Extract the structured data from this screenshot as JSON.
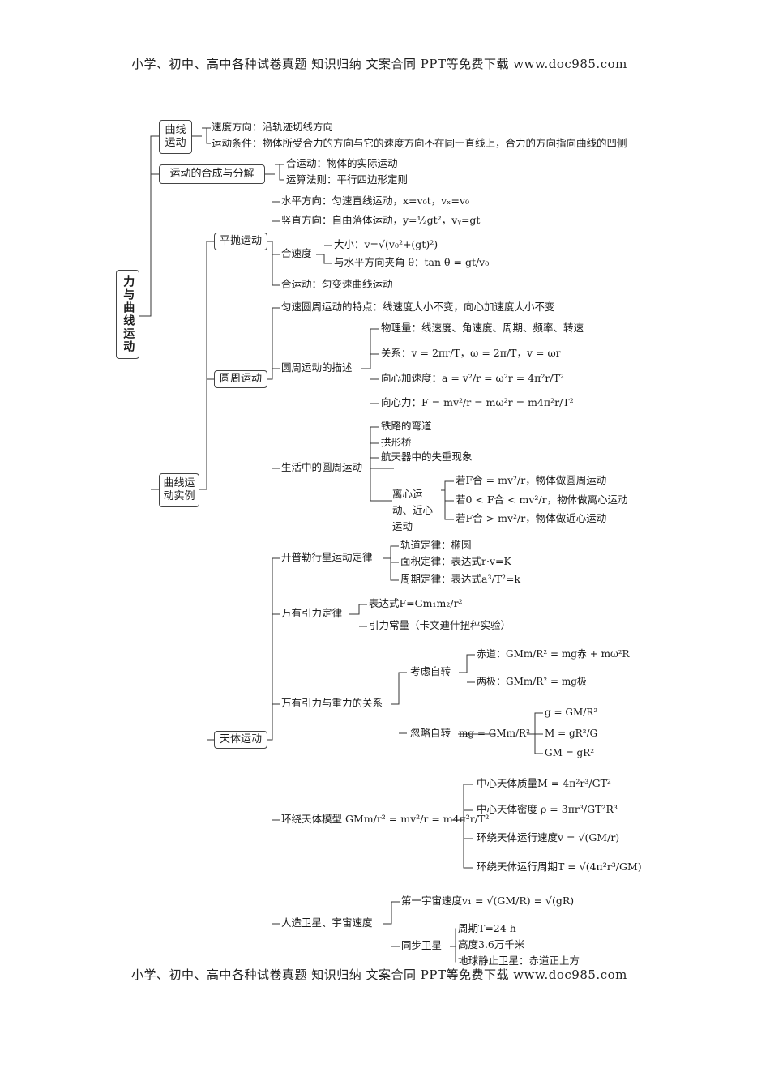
{
  "header": {
    "text": "小学、初中、高中各种试卷真题  知识归纳  文案合同  PPT等免费下载     www.doc985.com"
  },
  "footer": {
    "text": "小学、初中、高中各种试卷真题  知识归纳  文案合同  PPT等免费下载     www.doc985.com"
  },
  "root": "力与曲线运动",
  "quxian": {
    "title": "曲线运动",
    "items": [
      "速度方向：沿轨迹切线方向",
      "运动条件：物体所受合力的方向与它的速度方向不在同一直线上，合力的方向指向曲线的凹侧"
    ]
  },
  "hecheng": {
    "title": "运动的合成与分解",
    "items": [
      "合运动：物体的实际运动",
      "运算法则：平行四边形定则"
    ]
  },
  "shili": {
    "title": "曲线运动实例"
  },
  "pingpao": {
    "title": "平抛运动",
    "shuiping": "水平方向：匀速直线运动，x=v₀t，vₓ=v₀",
    "shuzhi": "竖直方向：自由落体运动，y=½gt²，vᵧ=gt",
    "hesudu": "合速度",
    "daxiao": "大小：v=√(v₀²+(gt)²)",
    "jiajiao": "与水平方向夹角 θ：tan θ = gt/v₀",
    "heyundong": "合运动：匀变速曲线运动"
  },
  "yuanzhou": {
    "title": "圆周运动",
    "tedian": "匀速圆周运动的特点：线速度大小不变，向心加速度大小不变",
    "miaoshu": "圆周运动的描述",
    "wuliliang": "物理量：线速度、角速度、周期、频率、转速",
    "guanxi": "关系：v = 2πr/T，ω = 2π/T，v = ωr",
    "jiasudu": "向心加速度：a = v²/r = ω²r = 4π²r/T²",
    "xiangxinli": "向心力：F = mv²/r = mω²r = m4π²r/T²",
    "shenghuo": "生活中的圆周运动",
    "tielu": "铁路的弯道",
    "gongxingqiao": "拱形桥",
    "hangtian": "航天器中的失重现象",
    "lixin": "离心运动、近心运动",
    "ruo1": "若F合 = mv²/r，物体做圆周运动",
    "ruo2": "若0 < F合 < mv²/r，物体做离心运动",
    "ruo3": "若F合 > mv²/r，物体做近心运动"
  },
  "tianti": {
    "title": "天体运动",
    "kaipule": "开普勒行星运动定律",
    "guidao": "轨道定律：椭圆",
    "mianji": "面积定律：表达式r·v=K",
    "zhouqi": "周期定律：表达式a³/T²=k",
    "wanyou": "万有引力定律",
    "biaodashi": "表达式F=Gm₁m₂/r²",
    "changliang": "引力常量（卡文迪什扭秤实验）",
    "zhongli": "万有引力与重力的关系",
    "kaolv": "考虑自转",
    "chidao": "赤道：GMm/R² = mg赤 + mω²R",
    "liangji": "两极：GMm/R² = mg极",
    "hulue": "忽略自转",
    "hulue_eq": "mg = GMm/R²",
    "g_eq": "g = GM/R²",
    "M_eq": "M = gR²/G",
    "GM_eq": "GM = gR²",
    "huanrao": "环绕天体模型 GMm/r² = mv²/r = m4π²r/T²",
    "zhiliang": "中心天体质量M = 4π²r³/GT²",
    "midu": "中心天体密度 ρ = 3πr³/GT²R³",
    "sudu": "环绕天体运行速度v = √(GM/r)",
    "zhouqi2": "环绕天体运行周期T = √(4π²r³/GM)",
    "renzao": "人造卫星、宇宙速度",
    "diyi": "第一宇宙速度v₁ = √(GM/R) = √(gR)",
    "tongbu": "同步卫星",
    "zq24": "周期T=24 h",
    "gaodu": "高度3.6万千米",
    "jingzhi": "地球静止卫星：赤道正上方"
  }
}
